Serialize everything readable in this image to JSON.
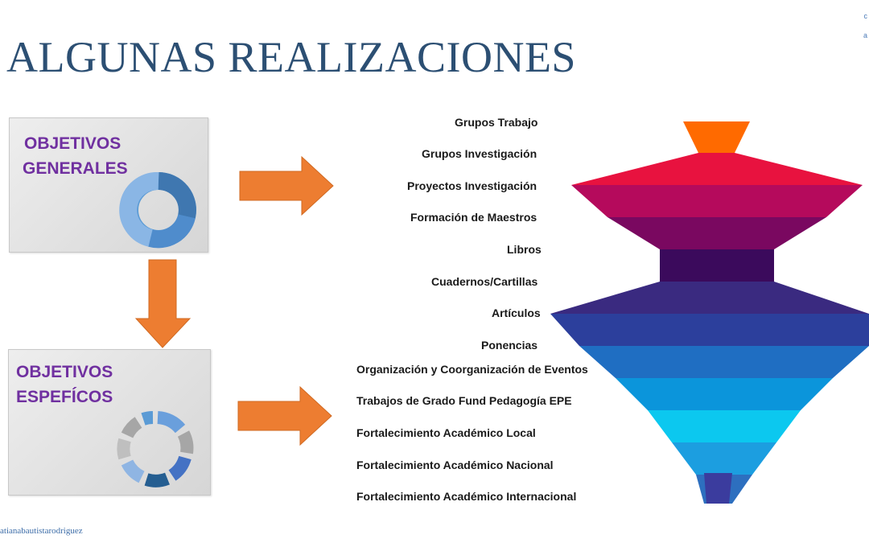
{
  "title": "ALGUNAS REALIZACIONES",
  "corner_text": [
    "c",
    "a"
  ],
  "panels": {
    "general": {
      "line1": "OBJETIVOS",
      "line2": "GENERALES"
    },
    "specific": {
      "line1": "OBJETIVOS",
      "line2": "ESPEFÍCOS"
    }
  },
  "levels": [
    {
      "label": "Grupos Trabajo",
      "color": "#ff6a00"
    },
    {
      "label": "Grupos Investigación",
      "color": "#e8123f"
    },
    {
      "label": "Proyectos Investigación",
      "color": "#b50a5c"
    },
    {
      "label": "Formación de Maestros",
      "color": "#7a0860"
    },
    {
      "label": "Libros",
      "color": "#3b0a5c"
    },
    {
      "label": "Cuadernos/Cartillas",
      "color": "#3a2a80"
    },
    {
      "label": "Artículos",
      "color": "#2c3f9c"
    },
    {
      "label": "Ponencias",
      "color": "#1f6ec2"
    },
    {
      "label": "Organización y Coorganización de Eventos",
      "color": "#0b95db"
    },
    {
      "label": "Trabajos de Grado Fund Pedagogía EPE",
      "color": "#0cc8ef"
    },
    {
      "label": "Fortalecimiento Académico Local",
      "color": "#1c9ee0"
    },
    {
      "label": "Fortalecimiento Académico Nacional",
      "color": "#2d6fbf"
    },
    {
      "label": "Fortalecimiento Académico Internacional",
      "color": "#3b3c9e"
    }
  ],
  "arrow_color": "#ed7d31",
  "footer": "atianabautistarodriguez"
}
